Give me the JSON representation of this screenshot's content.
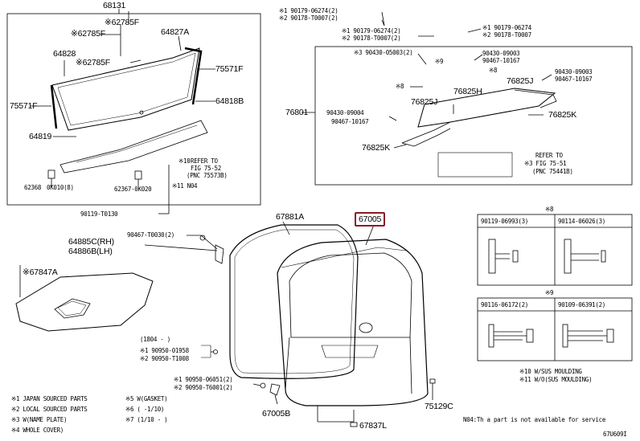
{
  "labels": {
    "top_left": {
      "p68131": "68131",
      "p62785f_a": "※62785F",
      "p62785f_b": "※62785F",
      "p62785f_c": "※62785F",
      "p64827a": "64827A",
      "p64828": "64828",
      "p75571f_r": "75571F",
      "p75571f_l": "75571F",
      "p64818b": "64818B",
      "p64819": "64819",
      "refer_1": "REFER TO",
      "refer_2": "FIG 75-52",
      "refer_3": "(PNC 75573B)",
      "n04": "※11 N04",
      "p62368": "62368",
      "p0k010": "0K010(8)",
      "p62367": "62367-0K020",
      "ref_mark": "※10"
    },
    "top_right": {
      "l1": "※1 90179-06274(2)",
      "l2": "※2 90178-T0007(2)",
      "l3": "※1 90179-06274(2)",
      "l4": "※2 90178-T0007(2)",
      "l5": "※1 90179-06274",
      "l6": "※2 90178-T0007",
      "l7": "※3 90430-05003(2)",
      "l8": "※9",
      "l9": "90430-09003",
      "l10": "90467-10167",
      "l11": "※8",
      "l12": "90430-09003",
      "l13": "90467-10167",
      "l14": "※8",
      "l15": "76825J",
      "l16": "76825H",
      "l17": "76825J",
      "l18": "76801",
      "l19": "90430-09004",
      "l20": "90467-10167",
      "l21": "76825K",
      "l22": "76825K",
      "refer_1": "REFER TO",
      "refer_2": "※3 FIG 75-51",
      "refer_3": "(PNC 75441B)"
    },
    "middle": {
      "p90119": "90119-T0130",
      "p67881a": "67881A",
      "p67005": "67005",
      "p64885c": "64885C(RH)",
      "p64886b": "64886B(LH)",
      "p90467": "90467-T0030(2)",
      "p67847a": "※67847A",
      "b1": "(1804 - )",
      "b2": "※1 90950-01958",
      "b3": "※2 90950-T1008",
      "c1": "※1 90950-06051(2)",
      "c2": "※2 90950-T6001(2)",
      "p67005b": "67005B",
      "p67837l": "67837L",
      "p75129c": "75129C"
    },
    "right_panels": {
      "sec8": "※8",
      "sec8_a": "90119-06993(3)",
      "sec8_b": "90114-06026(3)",
      "sec9": "※9",
      "sec9_a": "90116-06172(2)",
      "sec9_b": "90109-06391(2)",
      "w10": "※10 W/SUS MOULDING",
      "w11": "※11 W/O(SUS MOULDING)"
    },
    "footer": {
      "n1": "※1 JAPAN SOURCED PARTS",
      "n2": "※2 LOCAL SOURCED PARTS",
      "n3": "※3 W(NAME PLATE)",
      "n4": "※4 WHOLE COVER)",
      "n5": "※5 W(GASKET)",
      "n6": "※6  (  -1/10)",
      "n7": "※7 (1/10 -  )",
      "n04_note": "N04:Th a part is not available for service",
      "code": "67U609I"
    }
  }
}
